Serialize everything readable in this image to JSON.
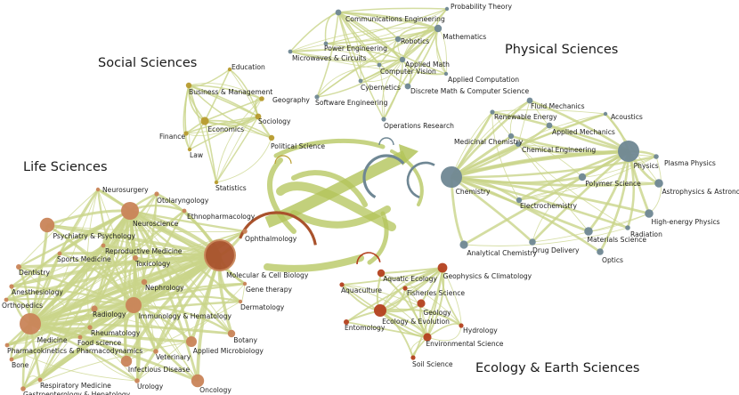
{
  "colors": {
    "edge": "#c9d48a",
    "edge_strong": "#b3c45a",
    "social": "#b79b2e",
    "physical": "#6f8794",
    "life": "#c98458",
    "life_dark": "#a9522c",
    "ecology": "#b4401f"
  },
  "groups": [
    {
      "id": "social",
      "label": "Social Sciences"
    },
    {
      "id": "physical",
      "label": "Physical Sciences"
    },
    {
      "id": "life",
      "label": "Life Sciences"
    },
    {
      "id": "ecology",
      "label": "Ecology & Earth Sciences"
    }
  ],
  "nodes": {
    "social": [
      "Education",
      "Business & Management",
      "Geography",
      "Sociology",
      "Economics",
      "Finance",
      "Law",
      "Political Science",
      "Statistics"
    ],
    "physical_top": [
      "Probability Theory",
      "Communications Engineering",
      "Mathematics",
      "Robotics",
      "Power Engineering",
      "Microwaves & Circuits",
      "Applied Math",
      "Computer Vision",
      "Applied Computation",
      "Cybernetics",
      "Discrete Math & Computer Science",
      "Software Engineering",
      "Operations Research"
    ],
    "physical": [
      "Fluid Mechanics",
      "Renewable Energy",
      "Acoustics",
      "Applied Mechanics",
      "Medicinal Chemistry",
      "Chemical Engineering",
      "Physics",
      "Plasma Physics",
      "Chemistry",
      "Polymer Science",
      "Astrophysics & Astronomy",
      "Electrochemistry",
      "High-energy Physics",
      "Radiation",
      "Materials Science",
      "Analytical Chemistry",
      "Drug Delivery",
      "Optics"
    ],
    "life": [
      "Neurosurgery",
      "Otolaryngology",
      "Ethnopharmacology",
      "Neuroscience",
      "Psychiatry & Psychology",
      "Reproductive Medicine",
      "Sports Medicine",
      "Ophthalmology",
      "Toxicology",
      "Molecular & Cell Biology",
      "Dentistry",
      "Nephrology",
      "Gene therapy",
      "Anesthesiology",
      "Orthopedics",
      "Dermatology",
      "Radiology",
      "Immunology & Hematology",
      "Rheumatology",
      "Medicine",
      "Food science",
      "Botany",
      "Pharmacokinetics & Pharmacodynamics",
      "Applied Microbiology",
      "Veterinary",
      "Bone",
      "Infectious Disease",
      "Respiratory Medicine",
      "Urology",
      "Gastroenterology & Hepatology",
      "Oncology"
    ],
    "ecology": [
      "Aquatic Ecology",
      "Geophysics & Climatology",
      "Aquaculture",
      "Fisheries Science",
      "Geology",
      "Ecology & Evolution",
      "Entomology",
      "Hydrology",
      "Environmental Science",
      "Soil Science"
    ]
  }
}
